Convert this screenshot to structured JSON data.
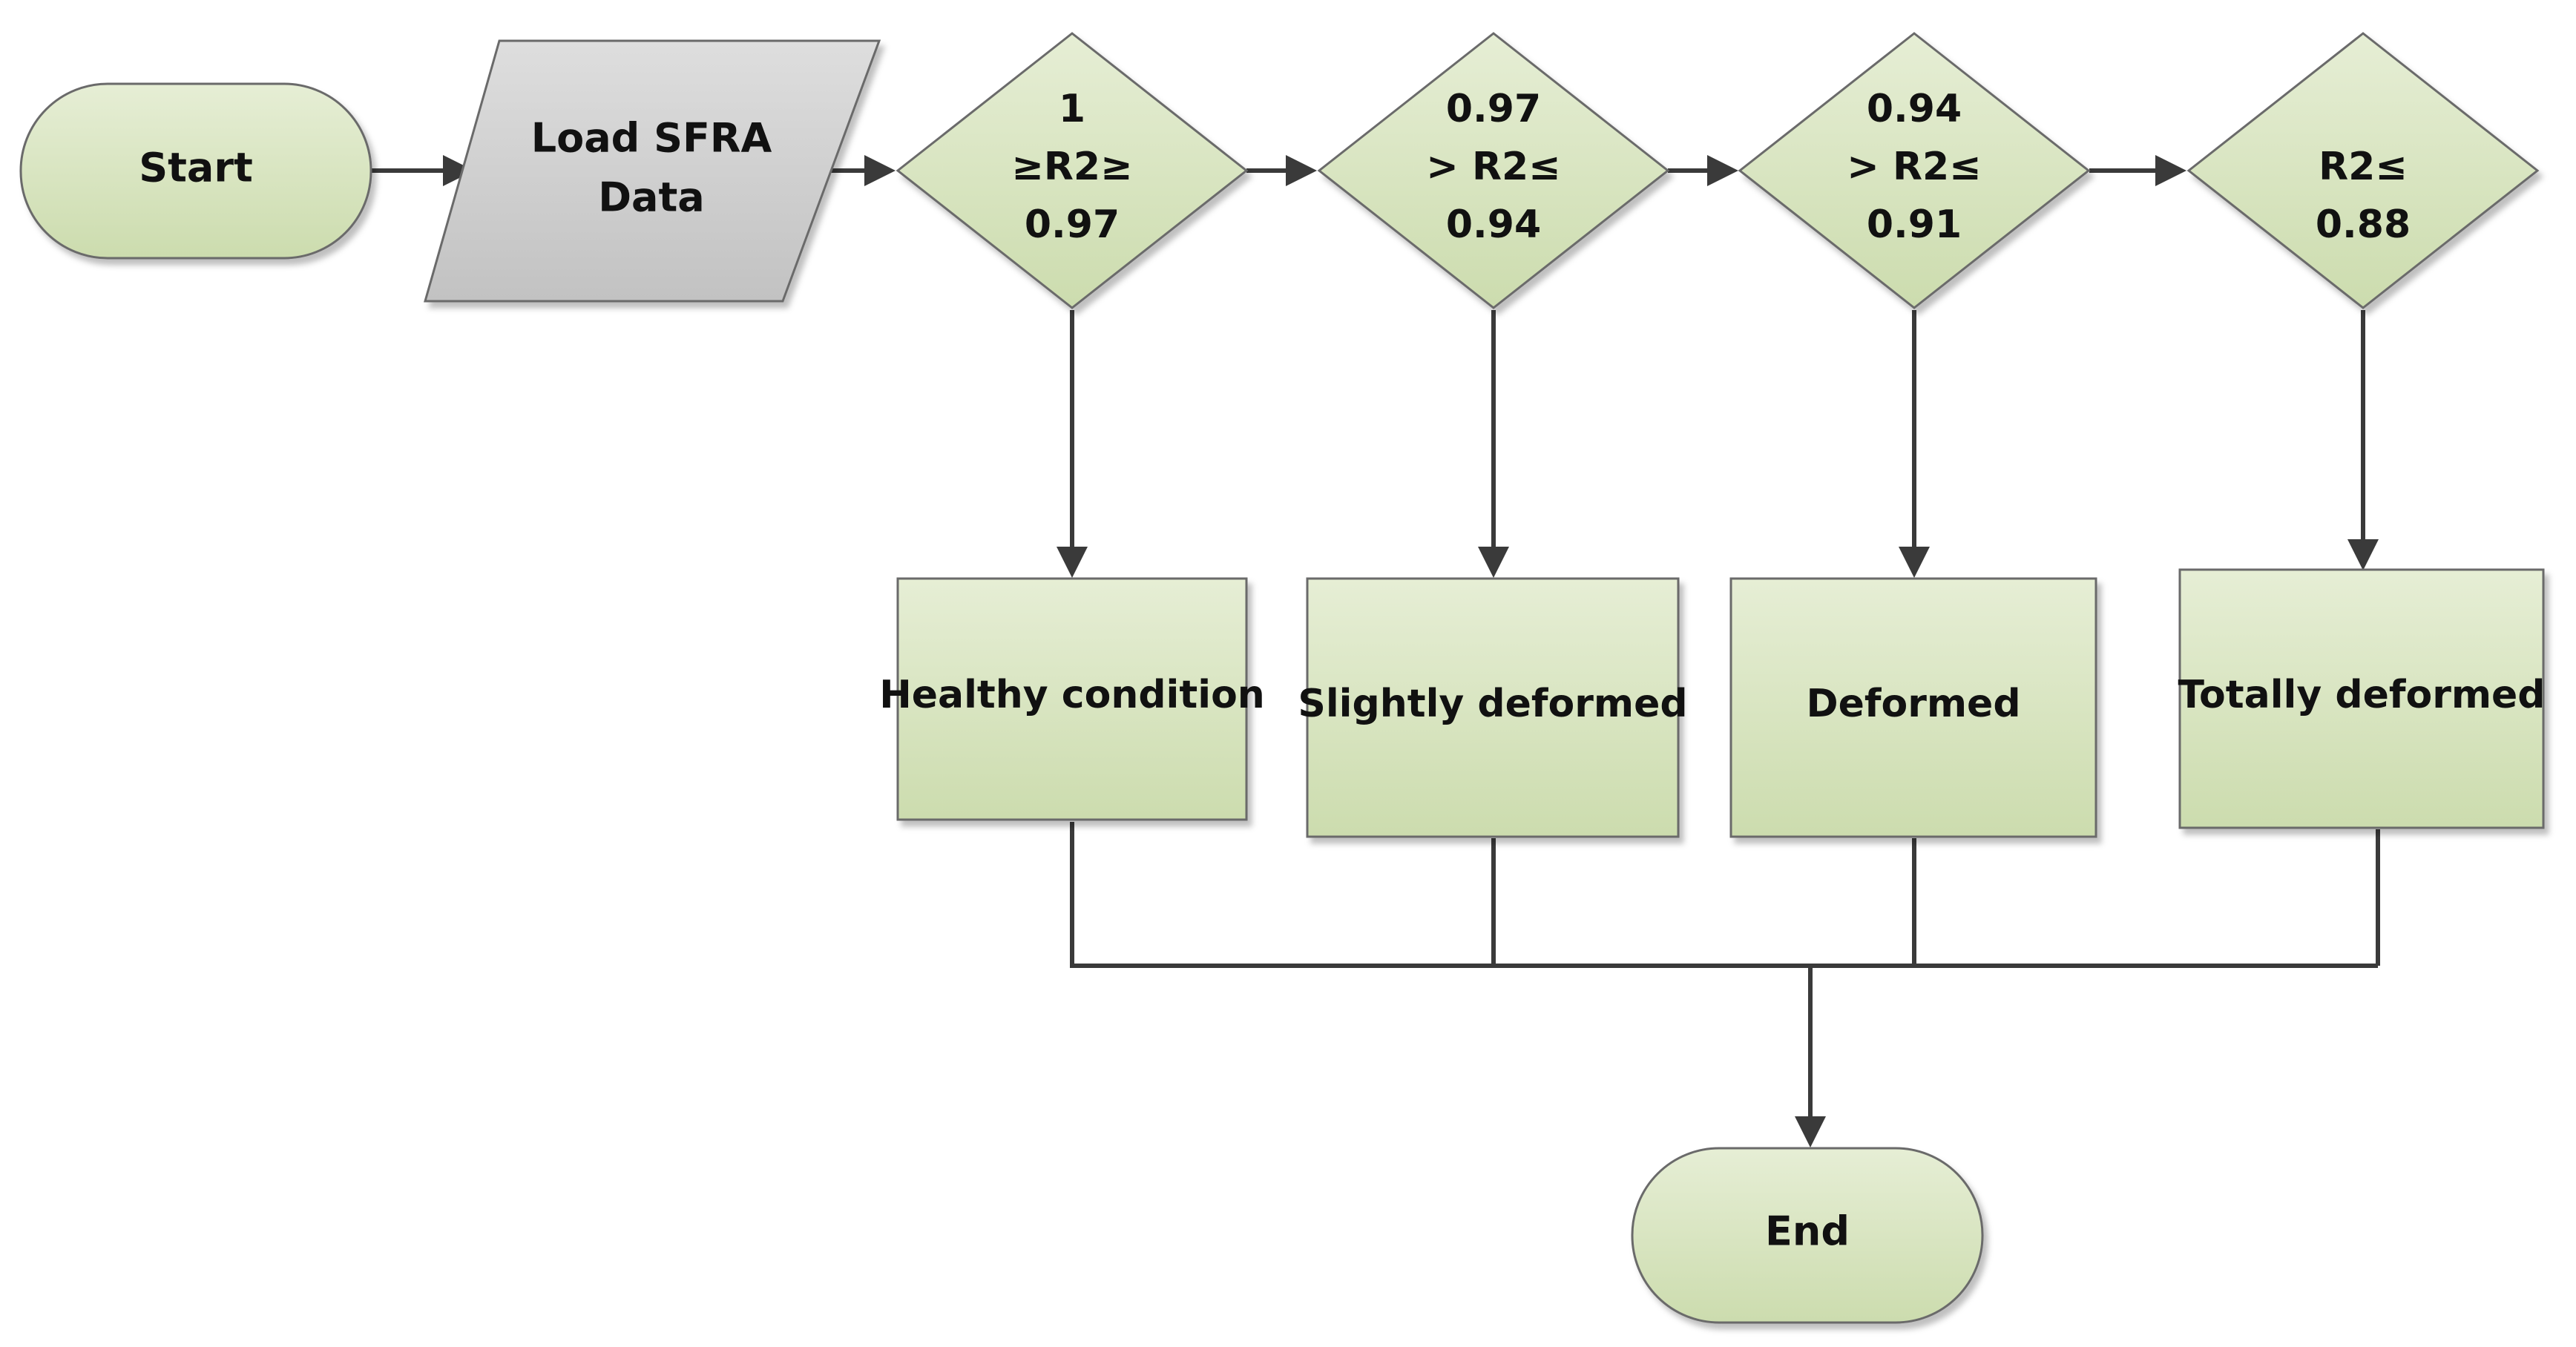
{
  "flowchart": {
    "start": {
      "label": "Start"
    },
    "load": {
      "line1": "Load SFRA",
      "line2": "Data"
    },
    "decisions": [
      {
        "line1": "1",
        "line2": "≥R2≥",
        "line3": "0.97"
      },
      {
        "line1": "0.97",
        "line2": "> R2≤",
        "line3": "0.94"
      },
      {
        "line1": "0.94",
        "line2": "> R2≤",
        "line3": "0.91"
      },
      {
        "line1": "R2≤",
        "line2": "0.88"
      }
    ],
    "outcomes": [
      {
        "label": "Healthy condition"
      },
      {
        "label": "Slightly deformed"
      },
      {
        "label": "Deformed"
      },
      {
        "label": "Totally deformed"
      }
    ],
    "end": {
      "label": "End"
    }
  },
  "colors": {
    "terminal_fill": "#d7e4bd",
    "process_fill": "#d7e4bd",
    "decision_fill": "#d7e4bd",
    "input_fill": "#cfcfcf",
    "stroke": "#6b6b6b",
    "connector": "#3a3a3a",
    "text": "#111111"
  }
}
